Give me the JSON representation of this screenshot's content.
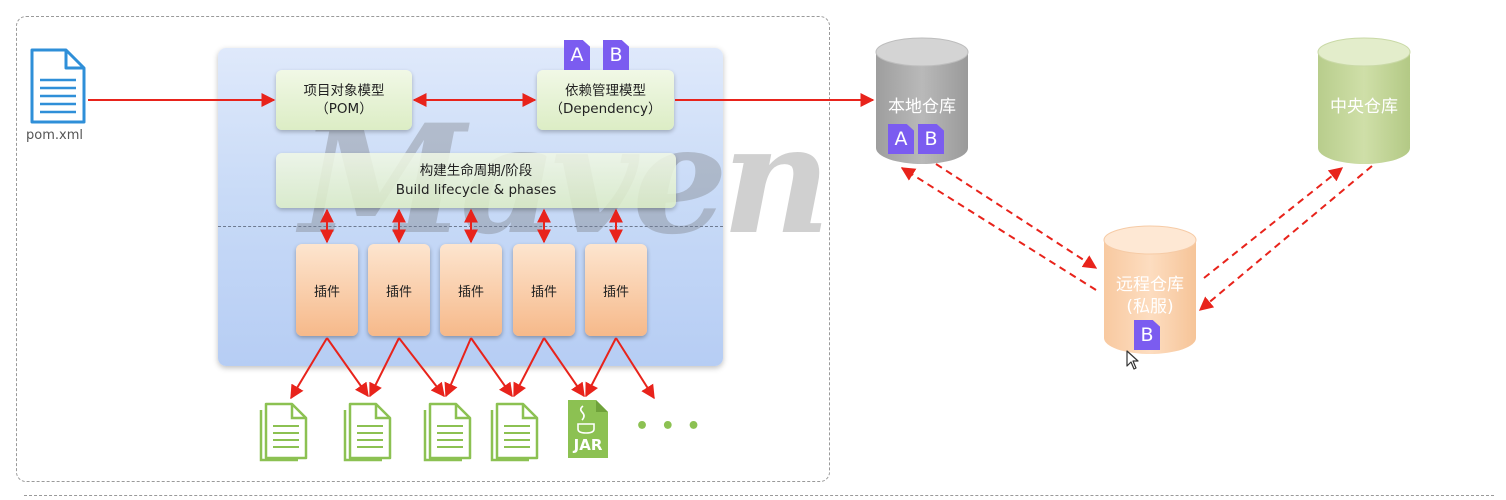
{
  "pom_file": {
    "label": "pom.xml"
  },
  "pom_model": {
    "line1": "项目对象模型",
    "line2": "（POM）"
  },
  "dependency_model": {
    "line1": "依赖管理模型",
    "line2": "（Dependency）"
  },
  "lifecycle": {
    "line1": "构建生命周期/阶段",
    "line2": "Build lifecycle & phases"
  },
  "watermark": "Maven",
  "plugins": [
    "插件",
    "插件",
    "插件",
    "插件",
    "插件"
  ],
  "jar_label": "JAR",
  "ellipsis": "• • •",
  "badges": {
    "dependency": [
      "A",
      "B"
    ],
    "local": [
      "A",
      "B"
    ],
    "remote": [
      "B"
    ]
  },
  "repositories": {
    "local": {
      "label": "本地仓库",
      "color": "#a8a8a8"
    },
    "central": {
      "label": "中央仓库",
      "color": "#c3d69b"
    },
    "remote": {
      "line1": "远程仓库",
      "line2": "(私服)",
      "color": "#fcd1ad"
    }
  },
  "colors": {
    "arrow": "#e8231b",
    "plugin": "#f8c79c",
    "model": "#e2f0d0",
    "file_icon": "#2f8fd8",
    "output_icon": "#8cc152",
    "badge": "#7b5cf0"
  }
}
